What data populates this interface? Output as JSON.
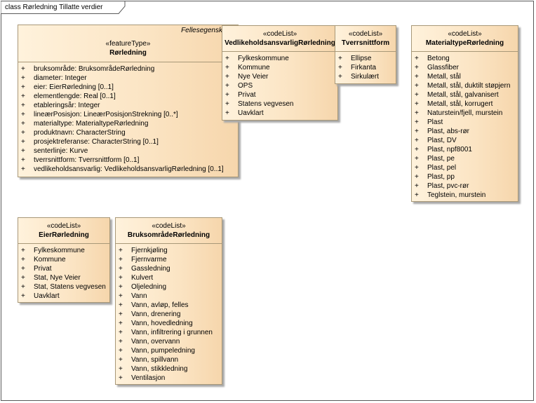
{
  "frame": {
    "title": "class Rørledning Tillatte verdier"
  },
  "classes": {
    "rorledning": {
      "tag": "Fellesegenskaper",
      "stereotype": "«featureType»",
      "name": "Rørledning",
      "attributes": [
        "bruksområde: BruksområdeRørledning",
        "diameter: Integer",
        "eier: EierRørledning [0..1]",
        "elementlengde: Real [0..1]",
        "etableringsår: Integer",
        "lineærPosisjon: LineærPosisjonStrekning [0..*]",
        "materialtype: MaterialtypeRørledning",
        "produktnavn: CharacterString",
        "prosjektreferanse: CharacterString [0..1]",
        "senterlinje: Kurve",
        "tverrsnittform: Tverrsnittform [0..1]",
        "vedlikeholdsansvarlig: VedlikeholdsansvarligRørledning [0..1]"
      ]
    },
    "vedlikehold": {
      "stereotype": "«codeList»",
      "name": "VedlikeholdsansvarligRørledning",
      "attributes": [
        "Fylkeskommune",
        "Kommune",
        "Nye Veier",
        "OPS",
        "Privat",
        "Statens vegvesen",
        "Uavklart"
      ]
    },
    "tverrsnitt": {
      "stereotype": "«codeList»",
      "name": "Tverrsnittform",
      "attributes": [
        "Ellipse",
        "Firkanta",
        "Sirkulært"
      ]
    },
    "materialtype": {
      "stereotype": "«codeList»",
      "name": "MaterialtypeRørledning",
      "attributes": [
        "Betong",
        "Glassfiber",
        "Metall, stål",
        "Metall, stål, duktilt støpjern",
        "Metall, stål, galvanisert",
        "Metall, stål, korrugert",
        "Naturstein/fjell, murstein",
        "Plast",
        "Plast, abs-rør",
        "Plast, DV",
        "Plast, npf8001",
        "Plast, pe",
        "Plast, pel",
        "Plast, pp",
        "Plast, pvc-rør",
        "Teglstein, murstein"
      ]
    },
    "eier": {
      "stereotype": "«codeList»",
      "name": "EierRørledning",
      "attributes": [
        "Fylkeskommune",
        "Kommune",
        "Privat",
        "Stat, Nye Veier",
        "Stat, Statens vegvesen",
        "Uavklart"
      ]
    },
    "bruksomrade": {
      "stereotype": "«codeList»",
      "name": "BruksområdeRørledning",
      "attributes": [
        "Fjernkjøling",
        "Fjernvarme",
        "Gassledning",
        "Kulvert",
        "Oljeledning",
        "Vann",
        "Vann, avløp, felles",
        "Vann, drenering",
        "Vann, hovedledning",
        "Vann, infiltrering i grunnen",
        "Vann, overvann",
        "Vann, pumpeledning",
        "Vann, spillvann",
        "Vann, stikkledning",
        "Ventilasjon"
      ]
    }
  }
}
